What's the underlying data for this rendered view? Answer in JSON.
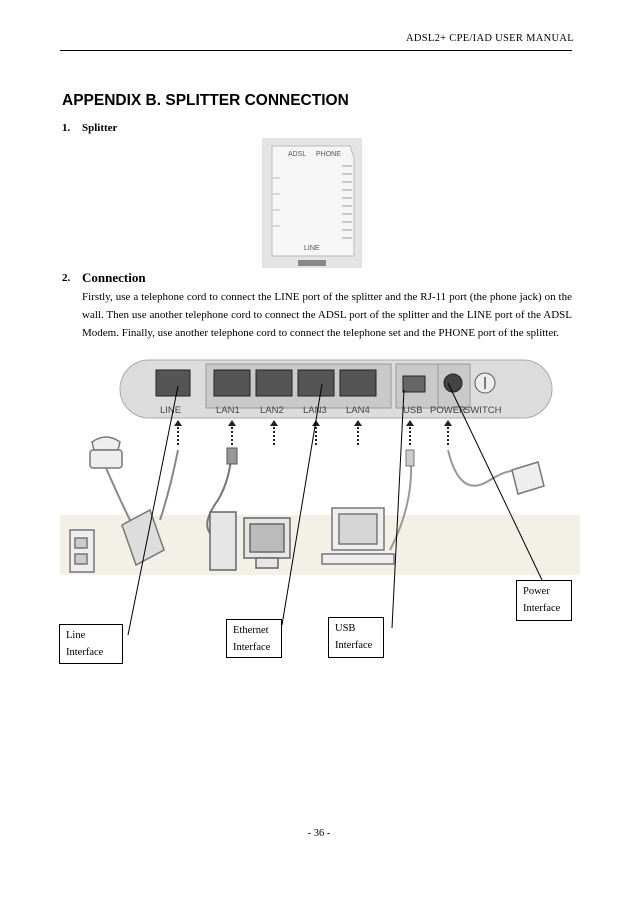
{
  "header": {
    "text": "ADSL2+ CPE/IAD USER MANUAL"
  },
  "title": "APPENDIX B. SPLITTER CONNECTION",
  "section1": {
    "number": "1.",
    "title": "Splitter"
  },
  "splitter_labels": {
    "adsl": "ADSL",
    "phone": "PHONE",
    "line": "LINE"
  },
  "section2": {
    "number": "2.",
    "title": "Connection",
    "paragraph": "Firstly, use a telephone cord to connect the LINE port of the splitter and the RJ-11 port (the phone jack) on the wall. Then use another telephone cord to connect the ADSL port of the splitter and the LINE port of the ADSL Modem. Finally, use another telephone cord to connect the telephone set and the PHONE port of the splitter."
  },
  "ports": {
    "line": "LINE",
    "lan1": "LAN1",
    "lan2": "LAN2",
    "lan3": "LAN3",
    "lan4": "LAN4",
    "usb": "USB",
    "power": "POWER",
    "switch": "SWITCH"
  },
  "callouts": {
    "line": [
      "Line",
      "Interface"
    ],
    "ethernet": [
      "Ethernet",
      "Interface"
    ],
    "usb": [
      "USB",
      "Interface"
    ],
    "power": [
      "Power",
      "Interface"
    ]
  },
  "page_number": "- 36 -"
}
